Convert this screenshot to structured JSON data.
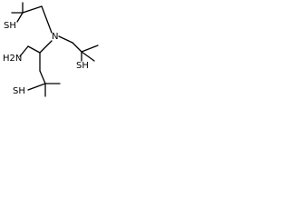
{
  "molecule": {
    "atoms": {
      "sh_top_left": "SH",
      "n_center": "N",
      "sh_right": "SH",
      "nh2": "H2N",
      "sh_bottom": "SH"
    }
  }
}
